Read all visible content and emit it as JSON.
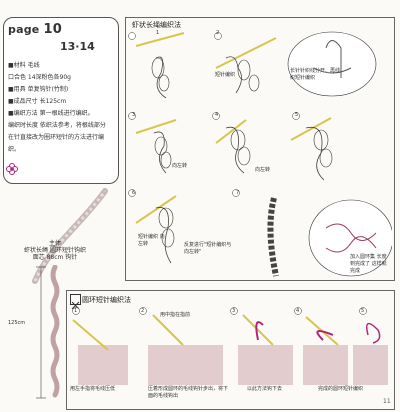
{
  "info": {
    "page_label": "page",
    "page_number": "10",
    "pattern_id": "13·14",
    "rows": [
      "■材料 毛线",
      "口合色 14深粉色各90g",
      "■用具 单复钩针(竹制)",
      "■成品尺寸 长125cm",
      "■编织方法 第一根线进行编织。"
    ],
    "description": "编织时长度 依织法参考，将根线部分 在针直接改为圈环短针的方法进行编织。"
  },
  "top_panel": {
    "title": "虾状长绳编织法",
    "steps": [
      "1",
      "2",
      "3",
      "4",
      "5",
      "6",
      "7"
    ],
    "notes": {
      "n2": "短针编织",
      "n2b": "长针针织线分开、再线 织短针编织",
      "n3": "向左转",
      "n4": "向左转",
      "n6a": "短针编织 向左转",
      "n6b": "反复进行\"短针编织与向左转\"",
      "n7": "加入圆环集 长度到完成了 这样就完成"
    }
  },
  "product": {
    "title_lines": [
      "主体",
      "虾状长绳 圆环短针钩织",
      "面芯 88cm 钩针"
    ],
    "length_label": "125cm"
  },
  "bottom_panel": {
    "title": "圆环短针编织法",
    "steps": [
      "1",
      "2",
      "3",
      "4",
      "5"
    ],
    "notes": {
      "n1": "用左手指将毛线压低",
      "n2a": "用中指在指前",
      "n2b": "压着形成圆环的毛线钩针步出，将下面的毛线钩出",
      "n4": "以此方法钩下去",
      "n5": "完成的圆环短针编织"
    },
    "page_number": "11"
  }
}
